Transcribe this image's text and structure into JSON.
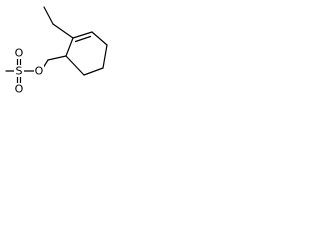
{
  "molecule": {
    "atoms": {
      "sulfur": "S",
      "oxygen_top": "O",
      "oxygen_bottom": "O",
      "oxygen_ester": "O"
    },
    "colors": {
      "bond": "#000000",
      "background": "#ffffff"
    }
  }
}
